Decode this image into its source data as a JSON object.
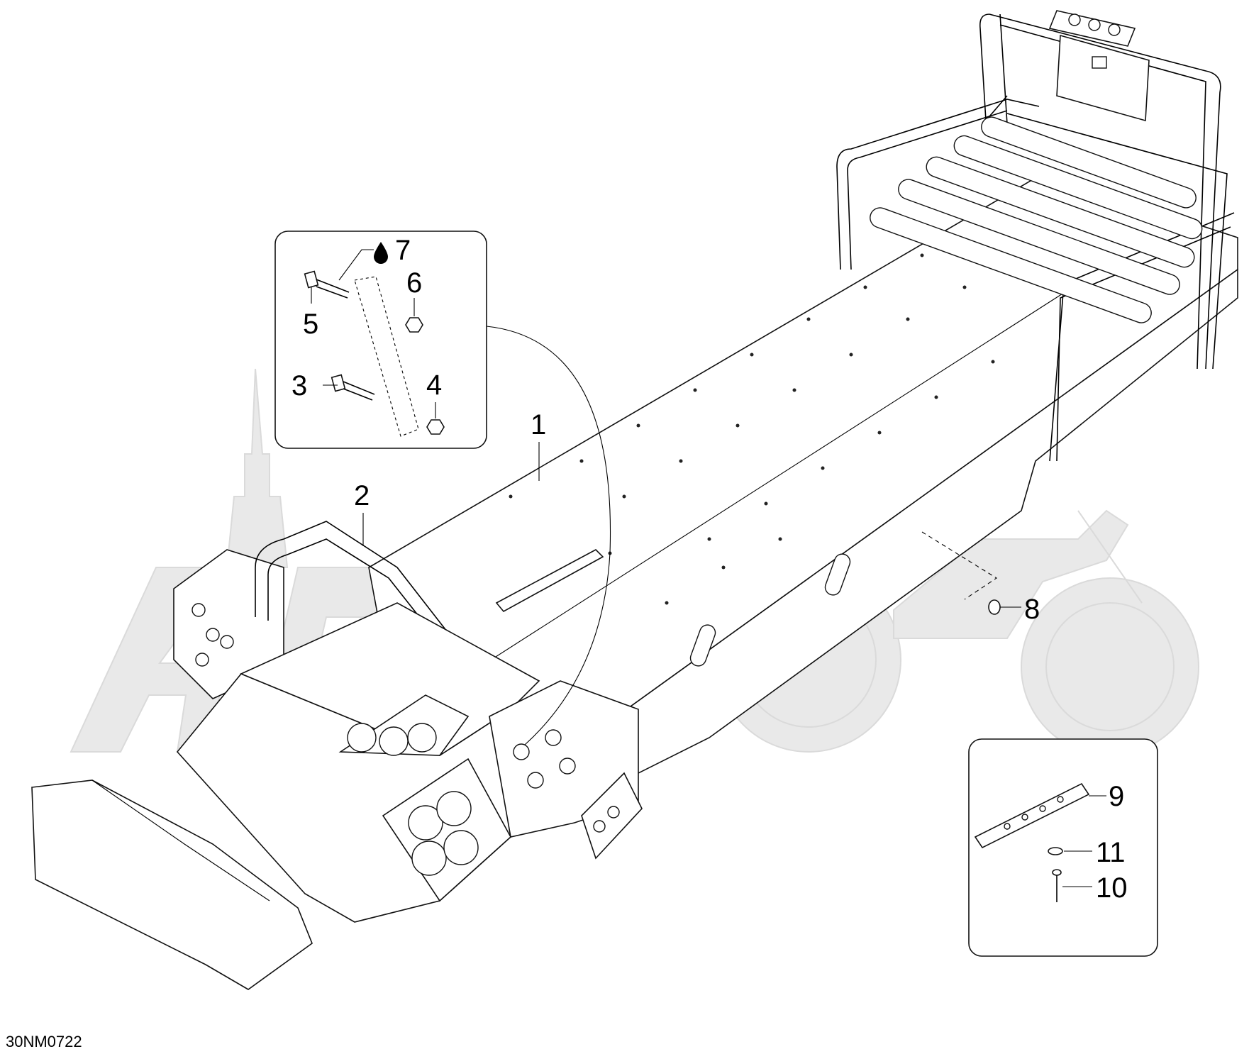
{
  "drawing_code": "30NM0722",
  "callouts": [
    {
      "id": "1",
      "label": "1"
    },
    {
      "id": "2",
      "label": "2"
    },
    {
      "id": "3",
      "label": "3"
    },
    {
      "id": "4",
      "label": "4"
    },
    {
      "id": "5",
      "label": "5"
    },
    {
      "id": "6",
      "label": "6"
    },
    {
      "id": "7",
      "label": "7"
    },
    {
      "id": "8",
      "label": "8"
    },
    {
      "id": "9",
      "label": "9"
    },
    {
      "id": "10",
      "label": "10"
    },
    {
      "id": "11",
      "label": "11"
    }
  ],
  "icons": {
    "detail_a_lubricant": "oil-drop-icon",
    "watermark": "motorcycle-watermark"
  }
}
